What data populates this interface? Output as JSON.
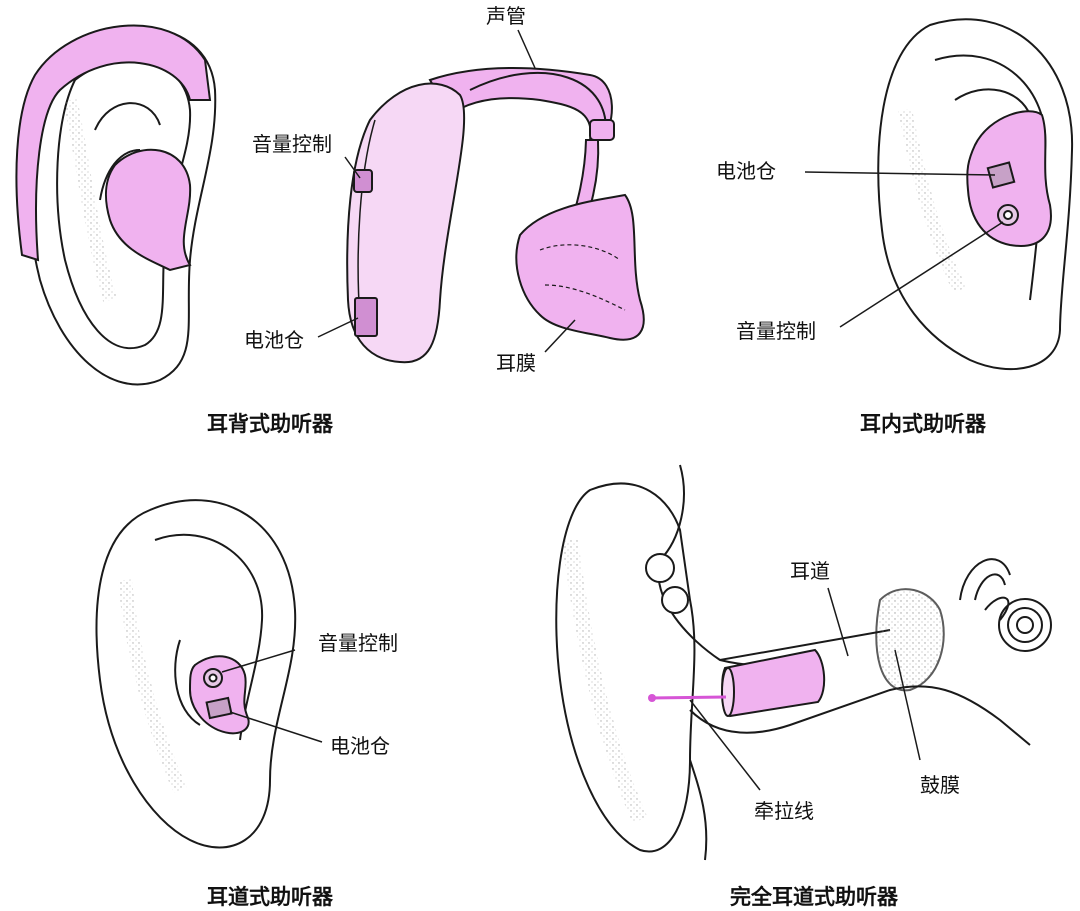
{
  "colors": {
    "accent_pink": "#f0b2ef",
    "accent_magenta": "#d655d6",
    "line": "#1a1a1a"
  },
  "panels": {
    "bte": {
      "caption": "耳背式助听器",
      "labels": {
        "sound_tube": "声管",
        "volume": "音量控制",
        "battery": "电池仓",
        "earmold": "耳膜"
      }
    },
    "ite": {
      "caption": "耳内式助听器",
      "labels": {
        "battery": "电池仓",
        "volume": "音量控制"
      }
    },
    "itc": {
      "caption": "耳道式助听器",
      "labels": {
        "volume": "音量控制",
        "battery": "电池仓"
      }
    },
    "cic": {
      "caption": "完全耳道式助听器",
      "labels": {
        "ear_canal": "耳道",
        "eardrum": "鼓膜",
        "pull_string": "牵拉线"
      }
    }
  },
  "icons": [
    "ear-icon",
    "hearing-aid-icon",
    "cochlea-icon"
  ]
}
